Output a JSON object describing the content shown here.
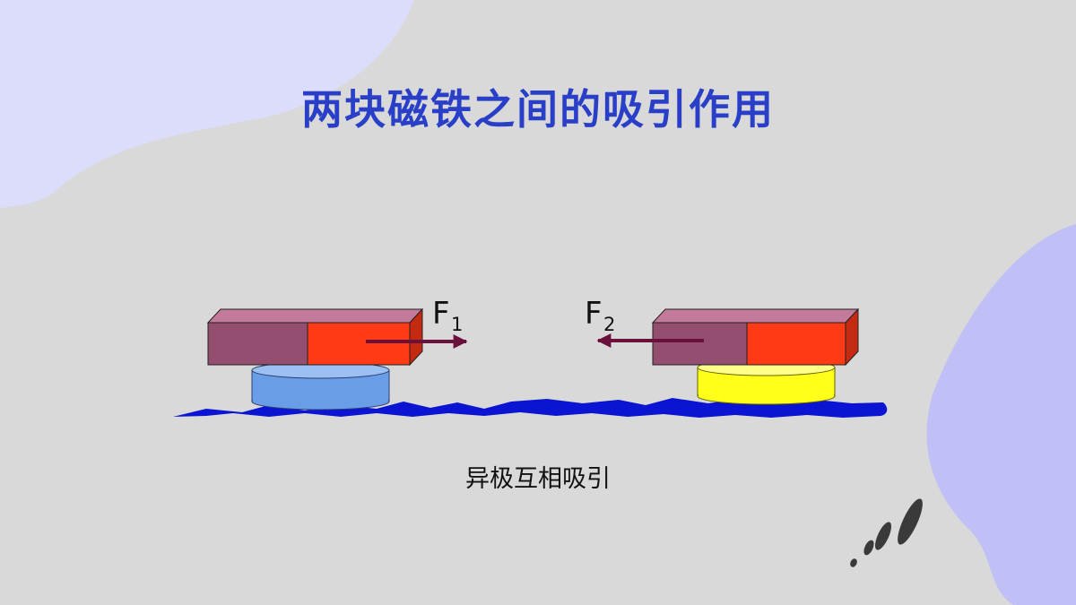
{
  "title": "两块磁铁之间的吸引作用",
  "caption": "异极互相吸引",
  "forces": {
    "left": {
      "symbol": "F",
      "subscript": "1"
    },
    "right": {
      "symbol": "F",
      "subscript": "2"
    }
  },
  "colors": {
    "background": "#d9d9d9",
    "blob_light": "#dcdcfb",
    "blob_right": "#c0c0f7",
    "title": "#2a3fc7",
    "magnet_purple": "#944e70",
    "magnet_red": "#ff3a14",
    "float_blue": "#6a9de8",
    "float_yellow": "#ffff19",
    "water": "#0a14d2",
    "arrow": "#6b0f3b",
    "strokes_deco": "#3a3a3a"
  }
}
